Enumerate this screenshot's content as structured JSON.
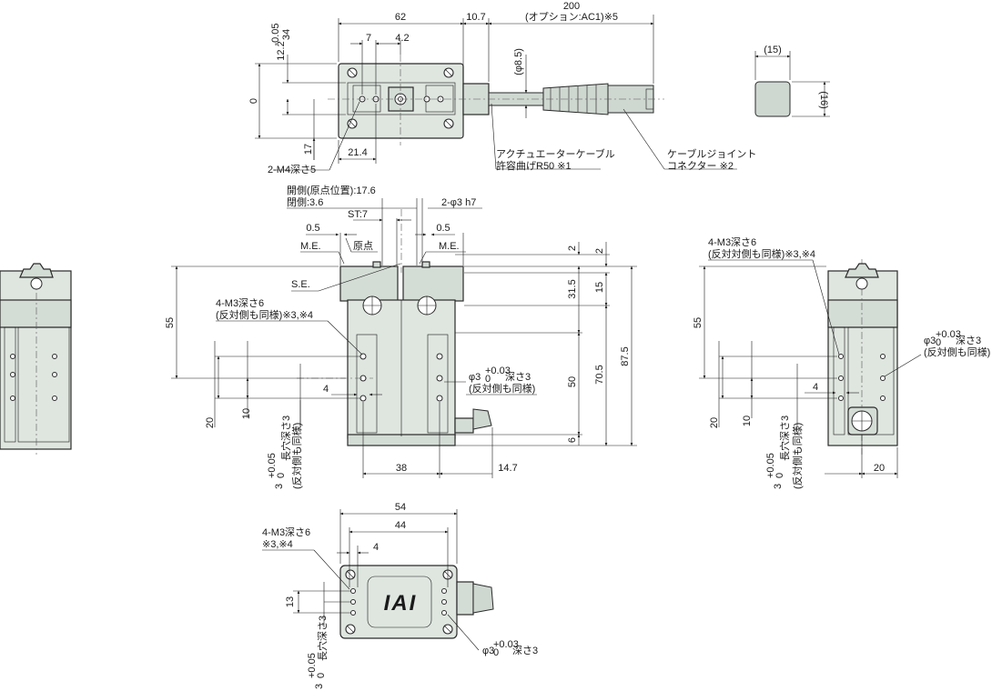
{
  "drawing": {
    "top_view": {
      "dims": [
        "62",
        "10.7",
        "200",
        "(オプション:AC1)※5",
        "7",
        "4.2",
        "12.2",
        "0",
        "-0.05",
        "34",
        "17",
        "21.4",
        "(φ8.5)"
      ],
      "labels": {
        "m4": "2-M4深さ5",
        "cable1": "アクチュエーターケーブル",
        "cable2": "許容曲げR50 ※1",
        "joint1": "ケーブルジョイント",
        "joint2": "コネクター ※2"
      }
    },
    "connector_view": {
      "dims": [
        "(15)",
        "(16)"
      ]
    },
    "front_view": {
      "dims": [
        "0.5",
        "0.5",
        "55",
        "31.5",
        "15",
        "2",
        "2",
        "50",
        "70.5",
        "87.5",
        "6",
        "4",
        "20",
        "10",
        "38",
        "14.7"
      ],
      "labels": {
        "open_side": "開側(原点位置):17.6",
        "closed_side": "閉側:3.6",
        "stroke": "ST:7",
        "pin": "2-φ3 h7",
        "me_left": "M.E.",
        "origin": "原点",
        "me_right": "M.E.",
        "se": "S.E.",
        "m3a": "4-M3深さ6",
        "m3b": "(反対側も同様)※3,※4",
        "phi3a": "φ3",
        "phi3b": "+0.03",
        "phi3c": "0",
        "phi3d": "深さ3",
        "phi3e": "(反対側も同様)",
        "slot_a": "3",
        "slot_b": "+0.05",
        "slot_c": "0",
        "slot_d": "長穴深さ3",
        "slot_e": "(反対側も同様)"
      }
    },
    "side_view": {
      "dims": [
        "55",
        "4",
        "20",
        "10",
        "20"
      ],
      "labels": {
        "m3a": "4-M3深さ6",
        "m3b": "(反対対側も同様)※3,※4",
        "phi3a": "φ3",
        "phi3b": "+0.03",
        "phi3c": "0",
        "phi3d": "深さ3",
        "phi3e": "(反対側も同様)",
        "slot_a": "3",
        "slot_b": "+0.05",
        "slot_c": "0",
        "slot_d": "長穴深さ3",
        "slot_e": "(反対側も同様)"
      }
    },
    "bottom_view": {
      "dims": [
        "54",
        "44",
        "4",
        "13"
      ],
      "labels": {
        "m3a": "4-M3深さ6",
        "m3b": "※3,※4",
        "phi3a": "φ3",
        "phi3b": "+0.03",
        "phi3c": "0",
        "phi3d": "深さ3",
        "slot_a": "3",
        "slot_b": "+0.05",
        "slot_c": "0",
        "slot_d": "長穴深さ3",
        "logo": "IAI"
      }
    }
  }
}
